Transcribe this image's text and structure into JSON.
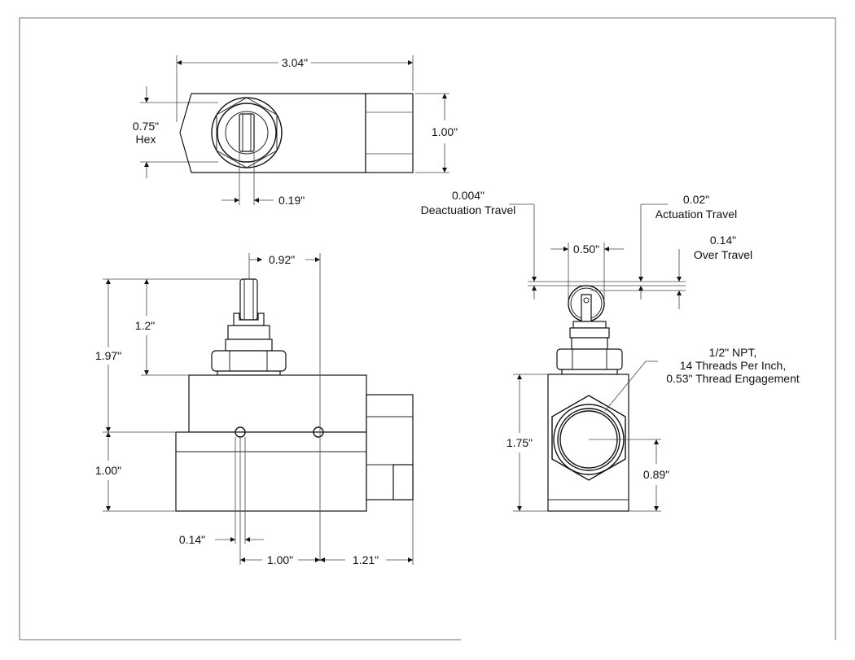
{
  "drawing": {
    "top_view": {
      "length": "3.04\"",
      "hex_size": "0.75\"",
      "hex_label": "Hex",
      "height": "1.00\"",
      "plunger_width": "0.19\""
    },
    "front_view": {
      "roller_offset": "0.92\"",
      "plunger_height": "1.2\"",
      "overall_height": "1.97\"",
      "body_height": "1.00\"",
      "hole_diameter": "0.14\"",
      "hole_spacing": "1.00\"",
      "hole_to_end": "1.21\""
    },
    "side_view": {
      "deactuation_value": "0.004\"",
      "deactuation_label": "Deactuation Travel",
      "actuation_value": "0.02\"",
      "actuation_label": "Actuation Travel",
      "roller_width": "0.50\"",
      "overtravel_value": "0.14\"",
      "overtravel_label": "Over Travel",
      "port_line1": "1/2\" NPT,",
      "port_line2": "14 Threads Per Inch,",
      "port_line3": "0.53\" Thread Engagement",
      "body_height": "1.75\"",
      "port_center_height": "0.89\""
    }
  }
}
